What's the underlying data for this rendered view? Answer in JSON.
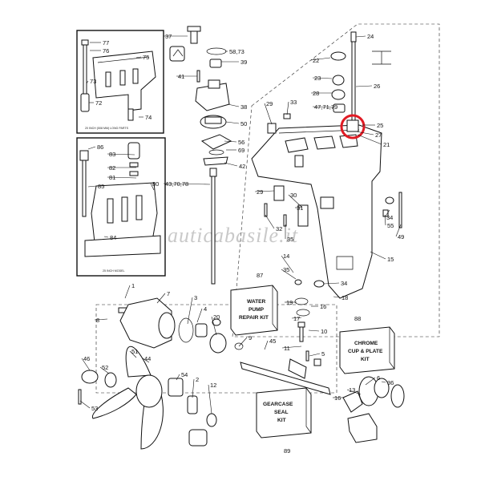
{
  "watermark": "nauticabasile.it",
  "kits": {
    "water_pump": {
      "num": "87",
      "lines": [
        "WATER",
        "PUMP",
        "REPAIR KIT"
      ]
    },
    "chrome_cup": {
      "num": "88",
      "lines": [
        "CHROME",
        "CUP & PLATE",
        "KIT"
      ]
    },
    "gearcase_seal": {
      "num": "89",
      "lines": [
        "GEARCASE",
        "SEAL",
        "KIT"
      ]
    }
  },
  "insets": {
    "top_caption": "20 INCH (508 MM) LONG PARTS",
    "bottom_caption": "25 INCH MODEL"
  },
  "labels": [
    "77",
    "76",
    "75",
    "73",
    "72",
    "74",
    "86",
    "83",
    "82",
    "81",
    "80",
    "85",
    "84",
    "37",
    "58,73",
    "39",
    "41",
    "38",
    "50",
    "56",
    "69",
    "42",
    "43,70,78",
    "29",
    "33",
    "29",
    "30",
    "31",
    "32",
    "35",
    "34",
    "55",
    "49",
    "24",
    "22",
    "23",
    "28",
    "47,71,79",
    "26",
    "25",
    "27",
    "21",
    "15",
    "14",
    "35",
    "34",
    "18",
    "19",
    "16",
    "17",
    "10",
    "11",
    "5",
    "1",
    "7",
    "3",
    "4",
    "8",
    "20",
    "9",
    "45",
    "46",
    "52",
    "51",
    "44",
    "53",
    "54",
    "2",
    "12",
    "6",
    "36",
    "16",
    "13"
  ],
  "highlight_color": "#e01b24"
}
